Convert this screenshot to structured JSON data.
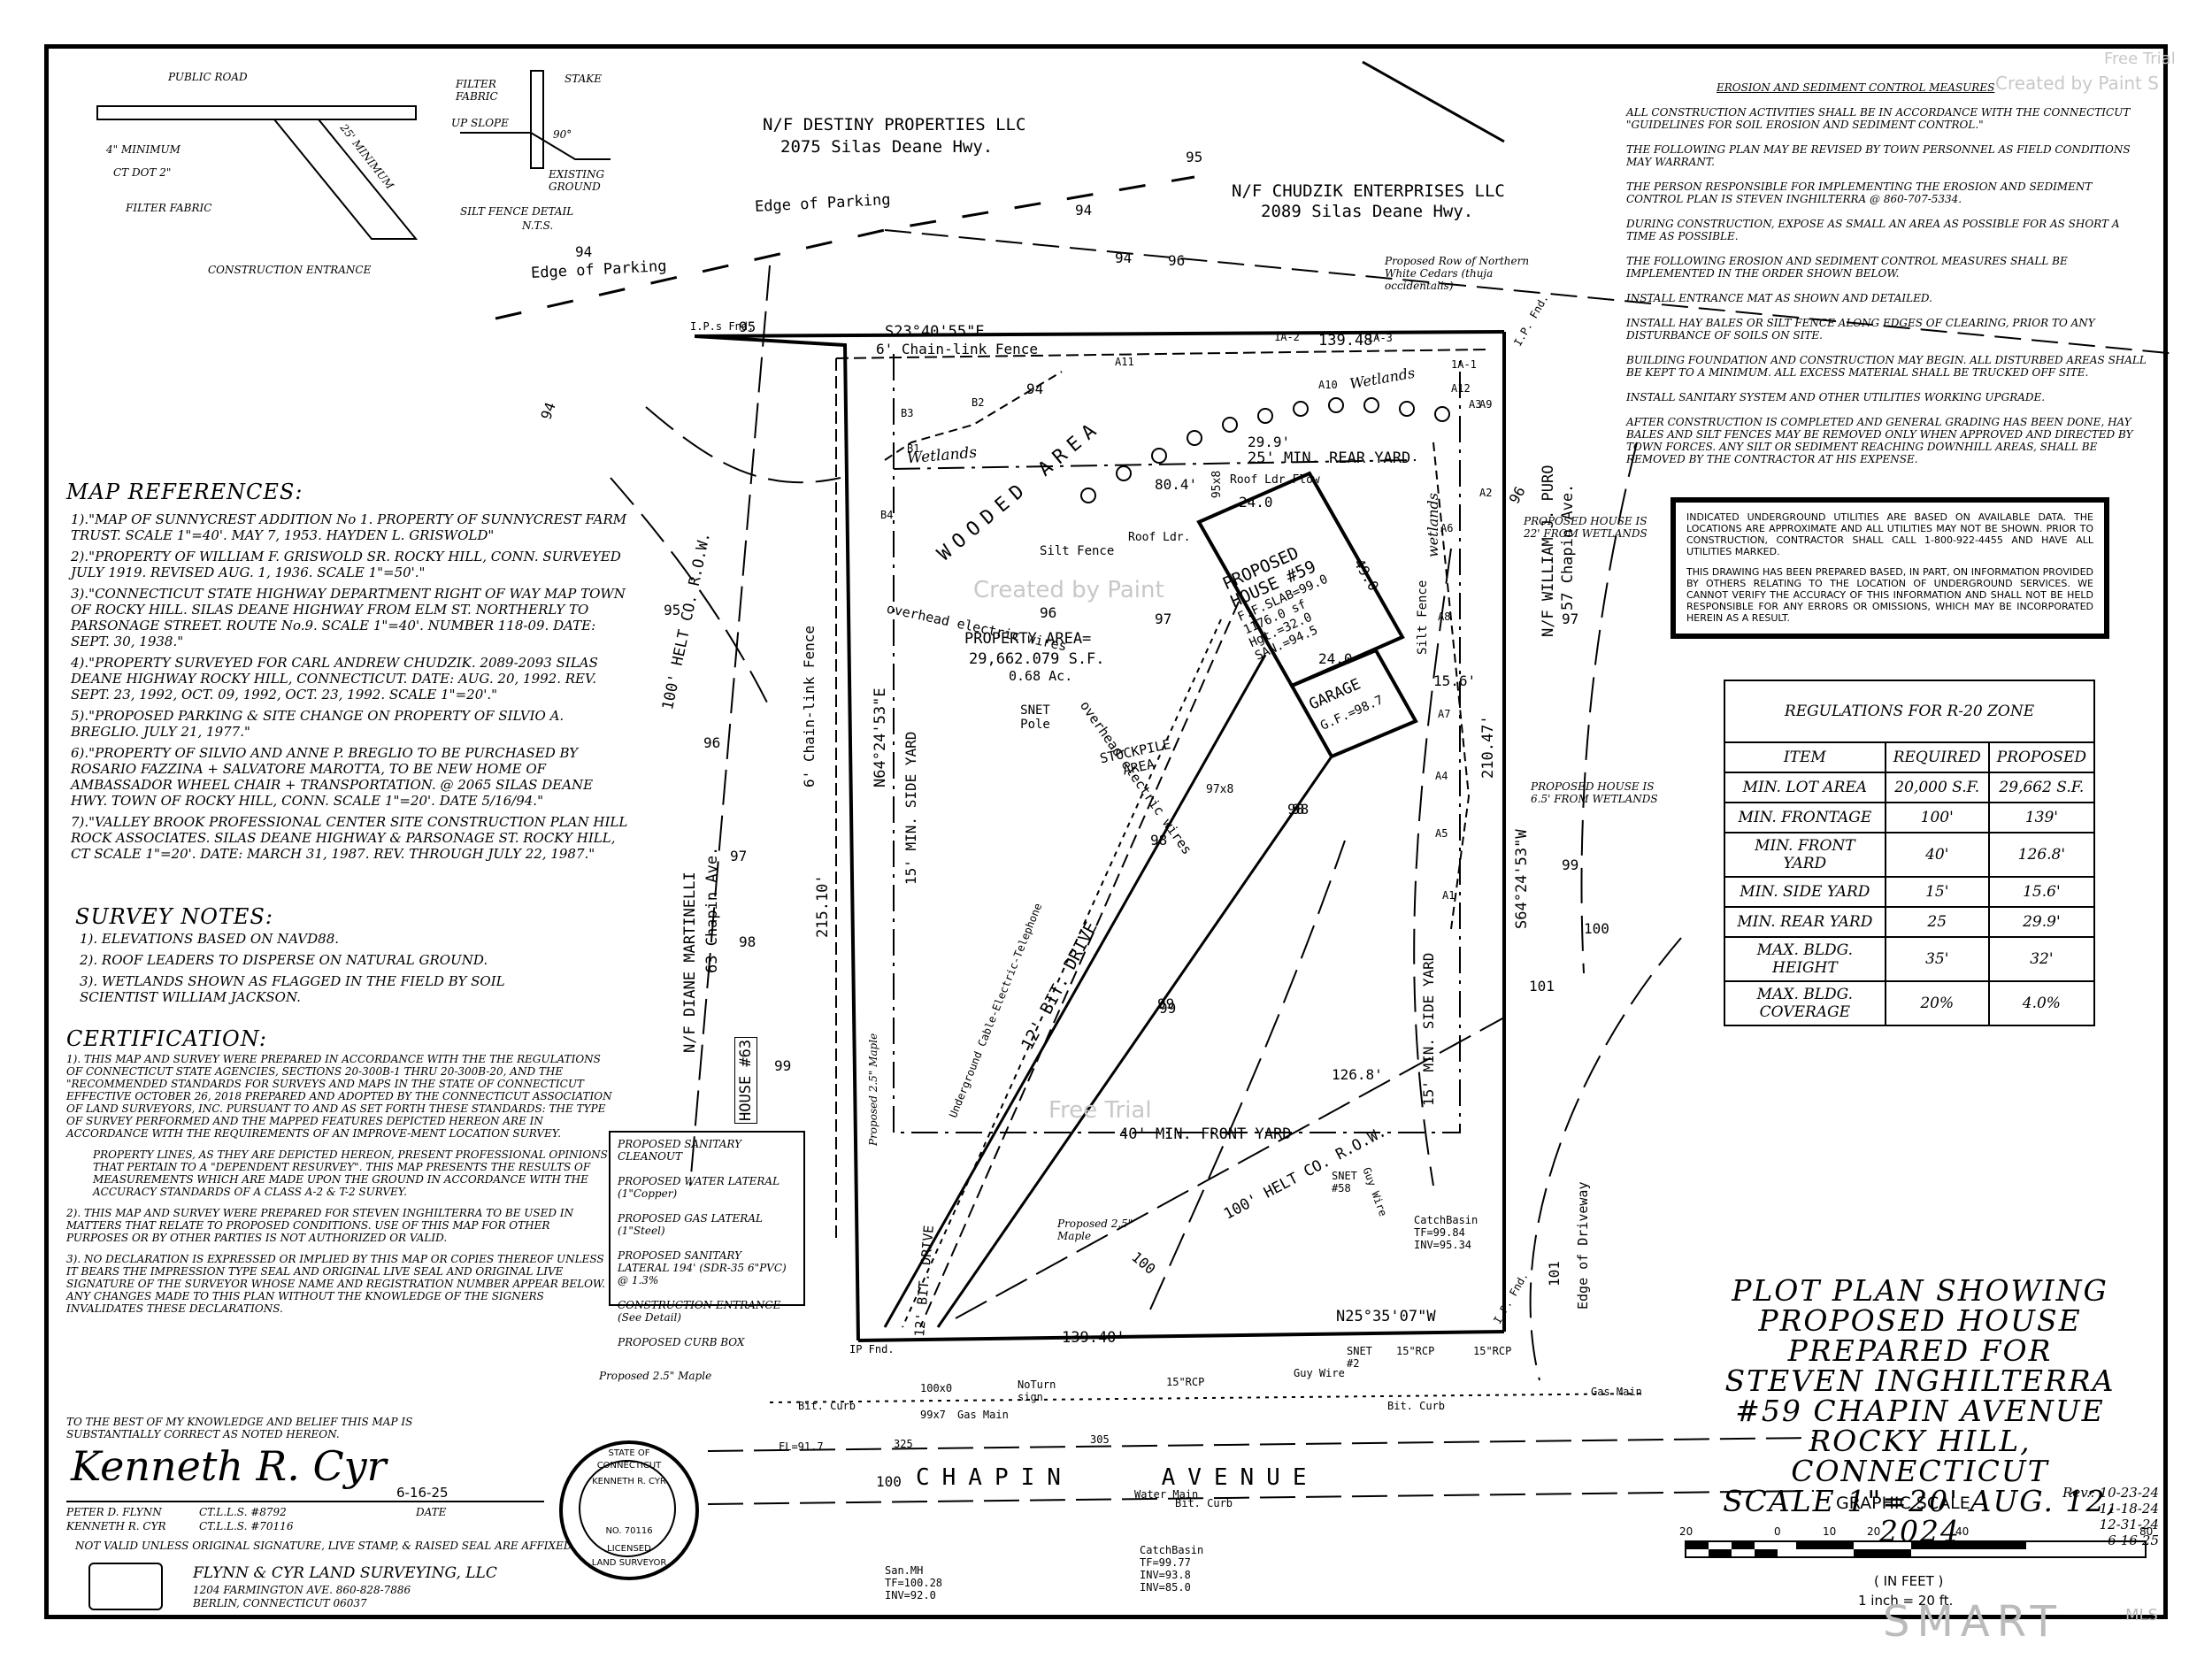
{
  "construction_detail": {
    "public_road": "PUBLIC ROAD",
    "min_4": "4\" MINIMUM",
    "ct_dot": "CT DOT 2\"",
    "filter_fabric": "FILTER FABRIC",
    "min_25": "25' MINIMUM",
    "title": "CONSTRUCTION ENTRANCE"
  },
  "silt_fence_detail": {
    "filter_fabric": "FILTER FABRIC",
    "stake": "STAKE",
    "up_slope": "UP SLOPE",
    "deg90": "90°",
    "existing_ground": "EXISTING GROUND",
    "title": "SILT FENCE DETAIL",
    "nts": "N.T.S."
  },
  "map_references": {
    "heading": "MAP REFERENCES:",
    "items": [
      "1).\"MAP OF SUNNYCREST ADDITION No 1. PROPERTY OF SUNNYCREST FARM TRUST. SCALE 1\"=40'. MAY 7, 1953. HAYDEN L. GRISWOLD\"",
      "2).\"PROPERTY OF WILLIAM F. GRISWOLD SR. ROCKY HILL, CONN. SURVEYED JULY 1919. REVISED AUG. 1, 1936. SCALE 1\"=50'.\"",
      "3).\"CONNECTICUT STATE HIGHWAY DEPARTMENT RIGHT OF WAY MAP TOWN OF ROCKY HILL. SILAS DEANE HIGHWAY FROM ELM ST. NORTHERLY TO PARSONAGE STREET. ROUTE No.9. SCALE 1\"=40'. NUMBER 118-09. DATE: SEPT. 30, 1938.\"",
      "4).\"PROPERTY SURVEYED FOR CARL ANDREW CHUDZIK. 2089-2093 SILAS DEANE HIGHWAY ROCKY HILL, CONNECTICUT. DATE: AUG. 20, 1992. REV. SEPT. 23, 1992, OCT. 09, 1992, OCT. 23, 1992. SCALE 1\"=20'.\"",
      "5).\"PROPOSED PARKING & SITE CHANGE ON PROPERTY OF SILVIO A. BREGLIO. JULY 21, 1977.\"",
      "6).\"PROPERTY OF SILVIO AND ANNE P. BREGLIO TO BE PURCHASED BY ROSARIO FAZZINA + SALVATORE MAROTTA, TO BE NEW HOME OF AMBASSADOR WHEEL CHAIR + TRANSPORTATION. @ 2065 SILAS DEANE HWY. TOWN OF ROCKY HILL, CONN. SCALE 1\"=20'. DATE 5/16/94.\"",
      "7).\"VALLEY BROOK PROFESSIONAL CENTER SITE CONSTRUCTION PLAN HILL ROCK ASSOCIATES. SILAS DEANE HIGHWAY & PARSONAGE ST. ROCKY HILL, CT SCALE 1\"=20'. DATE: MARCH 31, 1987. REV. THROUGH JULY 22, 1987.\""
    ]
  },
  "survey_notes": {
    "heading": "SURVEY NOTES:",
    "items": [
      "1). ELEVATIONS BASED ON NAVD88.",
      "2). ROOF LEADERS TO DISPERSE ON NATURAL GROUND.",
      "3). WETLANDS SHOWN AS FLAGGED IN THE FIELD BY SOIL SCIENTIST WILLIAM JACKSON."
    ]
  },
  "certification": {
    "heading": "CERTIFICATION:",
    "p1": "1). THIS MAP AND SURVEY WERE PREPARED IN ACCORDANCE WITH THE THE REGULATIONS OF CONNECTICUT STATE AGENCIES, SECTIONS 20-300B-1 THRU 20-300B-20, AND THE \"RECOMMENDED STANDARDS FOR SURVEYS AND MAPS IN THE STATE OF CONNECTICUT EFFECTIVE OCTOBER 26, 2018 PREPARED AND ADOPTED BY THE CONNECTICUT ASSOCIATION OF LAND SURVEYORS, INC. PURSUANT TO AND AS SET FORTH THESE STANDARDS: THE TYPE OF SURVEY PERFORMED AND THE MAPPED FEATURES DEPICTED HEREON ARE IN ACCORDANCE WITH THE REQUIREMENTS OF AN IMPROVE-MENT LOCATION SURVEY.",
    "p1b": "PROPERTY LINES, AS THEY ARE DEPICTED HEREON, PRESENT PROFESSIONAL OPINIONS THAT PERTAIN TO A \"DEPENDENT RESURVEY\". THIS MAP PRESENTS THE RESULTS OF MEASUREMENTS WHICH ARE MADE UPON THE GROUND IN ACCORDANCE WITH THE ACCURACY STANDARDS OF A CLASS A-2 & T-2 SURVEY.",
    "p2": "2). THIS MAP AND SURVEY WERE PREPARED FOR STEVEN INGHILTERRA TO BE USED IN MATTERS THAT RELATE TO PROPOSED CONDITIONS. USE OF THIS MAP FOR OTHER PURPOSES OR BY OTHER PARTIES IS NOT AUTHORIZED OR VALID.",
    "p3": "3). NO DECLARATION IS EXPRESSED OR IMPLIED BY THIS MAP OR COPIES THEREOF UNLESS IT BEARS THE IMPRESSION TYPE SEAL AND ORIGINAL LIVE SEAL AND ORIGINAL LIVE SIGNATURE OF THE SURVEYOR WHOSE NAME AND REGISTRATION NUMBER APPEAR BELOW. ANY CHANGES MADE TO THIS PLAN WITHOUT THE KNOWLEDGE OF THE SIGNERS INVALIDATES THESE DECLARATIONS."
  },
  "signature": {
    "best_knowledge": "TO THE BEST OF MY KNOWLEDGE AND BELIEF THIS MAP IS SUBSTANTIALLY CORRECT AS NOTED HEREON.",
    "sig_script": "Kenneth R. Cyr",
    "date_val": "6-16-25",
    "name1": "PETER D. FLYNN",
    "lic1": "CT.L.L.S. #8792",
    "name2": "KENNETH R. CYR",
    "lic2": "CT.L.L.S. #70116",
    "date_label": "DATE",
    "not_valid": "NOT VALID UNLESS ORIGINAL SIGNATURE, LIVE STAMP, & RAISED SEAL ARE AFFIXED.",
    "company": "FLYNN & CYR LAND SURVEYING, LLC",
    "address1": "1204 FARMINGTON AVE. 860-828-7886",
    "address2": "BERLIN, CONNECTICUT 06037"
  },
  "seal": {
    "top": "STATE OF CONNECTICUT",
    "name": "KENNETH R. CYR",
    "number": "NO. 70116",
    "licensed": "LICENSED",
    "bottom": "LAND SURVEYOR"
  },
  "erosion": {
    "heading": "EROSION AND SEDIMENT CONTROL MEASURES",
    "items": [
      "ALL CONSTRUCTION ACTIVITIES SHALL BE IN ACCORDANCE WITH THE CONNECTICUT \"GUIDELINES FOR SOIL EROSION AND SEDIMENT CONTROL.\"",
      "THE FOLLOWING PLAN MAY BE REVISED BY TOWN PERSONNEL AS FIELD CONDITIONS MAY WARRANT.",
      "THE PERSON RESPONSIBLE FOR IMPLEMENTING THE EROSION AND SEDIMENT CONTROL PLAN IS STEVEN INGHILTERRA @ 860-707-5334.",
      "DURING CONSTRUCTION, EXPOSE AS SMALL AN AREA AS POSSIBLE FOR AS SHORT A TIME AS POSSIBLE.",
      "THE FOLLOWING EROSION AND SEDIMENT CONTROL MEASURES SHALL BE IMPLEMENTED IN THE ORDER SHOWN BELOW.",
      "INSTALL ENTRANCE MAT AS SHOWN AND DETAILED.",
      "INSTALL HAY BALES OR SILT FENCE ALONG EDGES OF CLEARING, PRIOR TO ANY DISTURBANCE OF SOILS ON SITE.",
      "BUILDING FOUNDATION AND CONSTRUCTION MAY BEGIN. ALL DISTURBED AREAS SHALL BE KEPT TO A MINIMUM. ALL EXCESS MATERIAL SHALL BE TRUCKED OFF SITE.",
      "INSTALL SANITARY SYSTEM AND OTHER UTILITIES WORKING UPGRADE.",
      "AFTER CONSTRUCTION IS COMPLETED AND GENERAL GRADING HAS BEEN DONE, HAY BALES AND SILT FENCES MAY BE REMOVED ONLY WHEN APPROVED AND DIRECTED BY TOWN FORCES. ANY SILT OR SEDIMENT REACHING DOWNHILL AREAS, SHALL BE REMOVED BY THE CONTRACTOR AT HIS EXPENSE."
    ]
  },
  "utilities_note": {
    "p1": "INDICATED UNDERGROUND UTILITIES ARE BASED ON AVAILABLE DATA. THE LOCATIONS ARE APPROXIMATE AND ALL UTILITIES MAY NOT BE SHOWN. PRIOR TO CONSTRUCTION, CONTRACTOR SHALL CALL 1-800-922-4455 AND HAVE ALL UTILITIES MARKED.",
    "p2": "THIS DRAWING HAS BEEN PREPARED BASED, IN PART, ON INFORMATION PROVIDED BY OTHERS RELATING TO THE LOCATION OF UNDERGROUND SERVICES. WE CANNOT VERIFY THE ACCURACY OF THIS INFORMATION AND SHALL NOT BE HELD RESPONSIBLE FOR ANY ERRORS OR OMISSIONS, WHICH MAY BE INCORPORATED HEREIN AS A RESULT."
  },
  "regulations": {
    "title": "REGULATIONS FOR R-20 ZONE",
    "headers": [
      "ITEM",
      "REQUIRED",
      "PROPOSED"
    ],
    "rows": [
      [
        "MIN. LOT AREA",
        "20,000 S.F.",
        "29,662 S.F."
      ],
      [
        "MIN. FRONTAGE",
        "100'",
        "139'"
      ],
      [
        "MIN. FRONT YARD",
        "40'",
        "126.8'"
      ],
      [
        "MIN. SIDE YARD",
        "15'",
        "15.6'"
      ],
      [
        "MIN. REAR YARD",
        "25",
        "29.9'"
      ],
      [
        "MAX. BLDG. HEIGHT",
        "35'",
        "32'"
      ],
      [
        "MAX. BLDG. COVERAGE",
        "20%",
        "4.0%"
      ]
    ]
  },
  "title_block": {
    "l1": "PLOT PLAN SHOWING",
    "l2": "PROPOSED HOUSE",
    "l3": "PREPARED FOR",
    "l4": "STEVEN INGHILTERRA",
    "l5": "#59 CHAPIN AVENUE",
    "l6": "ROCKY HILL, CONNECTICUT",
    "l7": "SCALE 1\"=20' AUG. 12, 2024",
    "rev": [
      "Rev.: 10-23-24",
      "11-18-24",
      "12-31-24",
      "6-16-25"
    ]
  },
  "graphic_scale": {
    "title": "GRAPHIC SCALE",
    "ticks": [
      "20",
      "0",
      "10",
      "20",
      "40",
      "80"
    ],
    "in_feet": "( IN FEET )",
    "inch": "1 inch = 20 ft."
  },
  "plan_labels": {
    "destiny": "N/F DESTINY PROPERTIES LLC",
    "destiny_addr": "2075 Silas Deane Hwy.",
    "chudzik": "N/F CHUDZIK ENTERPRISES LLC",
    "chudzik_addr": "2089 Silas Deane Hwy.",
    "edge_parking1": "Edge of Parking",
    "edge_parking2": "Edge of Parking",
    "puro": "N/F WILLIAM J. PURO",
    "puro_addr": "57 Chapin Ave.",
    "martinelli": "N/F DIANE MARTINELLI",
    "martinelli_addr": "63 Chapin Ave.",
    "house63": "HOUSE #63",
    "helt_row1": "100' HELT CO. R.O.W.",
    "helt_row2": "100' HELT CO. R.O.W.",
    "bearing_top": "S23°40'55\"E",
    "dist_top": "139.48'",
    "bearing_bottom": "N25°35'07\"W",
    "dist_bottom": "139.40'",
    "bearing_left": "N64°24'53\"E",
    "dist_left": "215.10'",
    "bearing_right": "S64°24'53\"W",
    "dist_right": "210.47'",
    "chain_fence_top": "6' Chain-link Fence",
    "chain_fence_left": "6' Chain-link Fence",
    "rear_yard": "25' MIN. REAR YARD",
    "rear_dim": "29.9'",
    "front_yard": "40' MIN. FRONT YARD",
    "side_yard_left": "15' MIN. SIDE YARD",
    "side_yard_right": "15' MIN. SIDE YARD",
    "front_dim": "126.8'",
    "side_dim": "15.6'",
    "dim_804": "80.4'",
    "wetlands1": "Wetlands",
    "wetlands2": "Wetlands",
    "wetlands3": "wetlands",
    "wooded": "WOODED AREA",
    "property_area": "PROPERTY AREA=",
    "property_sf": "29,662.079 S.F.",
    "property_ac": "0.68 Ac.",
    "overhead1": "overhead electric wires",
    "overhead2": "overhead electric wires",
    "snet_pole": "SNET Pole",
    "stockpile": "STOCKPILE AREA",
    "drive": "12' BIT. DRIVE",
    "silt_fence1": "Silt Fence",
    "silt_fence2": "Silt Fence",
    "roof_ldr": "Roof Ldr.",
    "roof_ldr_flow": "Roof Ldr.Flow",
    "house_title": "PROPOSED HOUSE #59",
    "house_slab": "F.F.SLAB=99.0",
    "house_sf": "1176.0 sf",
    "house_hgt": "Hgt.=32.0",
    "house_san": "SAN.=94.5",
    "house_w": "24.0",
    "house_d": "49.0",
    "garage": "GARAGE",
    "garage_gf": "G.F.=98.7",
    "garage_w": "24.0",
    "dim_95x8": "95x8",
    "dim_97x8": "97x8",
    "proposed_cedars": "Proposed Row of Northern White Cedars (thuja occidentalis)",
    "proposed_22": "PROPOSED HOUSE IS 22' FROM WETLANDS",
    "proposed_65": "PROPOSED HOUSE IS 6.5' FROM WETLANDS",
    "maple1": "Proposed 2.5\" Maple",
    "maple2": "Proposed 2.5\" Maple",
    "maple3": "Proposed 2.5\" Maple",
    "ug_cable": "Underground Cable-Electric-Telephone",
    "catch1": "CatchBasin",
    "catch1_tf": "TF=99.84",
    "catch1_inv": "INV=95.34",
    "catch2": "CatchBasin",
    "catch2_tf": "TF=99.77",
    "catch2_inv1": "INV=93.8",
    "catch2_inv2": "INV=85.0",
    "sanmh": "San.MH",
    "sanmh_tf": "TF=100.28",
    "sanmh_inv": "INV=92.0",
    "gas_main1": "Gas Main",
    "gas_main2": "Gas Main",
    "water_main": "Water Main",
    "bit_curb1": "Bit. Curb",
    "bit_curb2": "Bit. Curb",
    "bit_curb3": "Bit. Curb",
    "rcp1": "15\"RCP",
    "rcp2": "15\"RCP",
    "rcp3": "15\"RCP",
    "guy_wire1": "Guy Wire",
    "guy_wire2": "Guy Wire",
    "snet2": "SNET #2",
    "snet58": "SNET #58",
    "no_turn": "NoTurn sign",
    "chapin": "CHAPIN AVENUE",
    "edge_driveway": "Edge of Driveway",
    "fl": "FL=91.7",
    "ip_fnd1": "I.P.s Fnd.",
    "ip_fnd2": "I.P. Fnd.",
    "ip_fnd3": "I.P. Fnd.",
    "ip_fnd4": "IP Fnd.",
    "dim_99x7": "99x7",
    "dim_100x0": "100x0",
    "dim_305": "305",
    "dim_325": "325",
    "bit_drive_small": "12' BIT. DRIVE",
    "contours": [
      "94",
      "95",
      "94",
      "96",
      "94",
      "95",
      "94",
      "94",
      "95",
      "96",
      "97",
      "96",
      "97",
      "98",
      "98",
      "99",
      "99",
      "98",
      "99",
      "100",
      "101",
      "101",
      "96",
      "97",
      "98",
      "99",
      "100",
      "100"
    ],
    "flags": [
      "B1",
      "B2",
      "B3",
      "B4",
      "A1",
      "A2",
      "A3",
      "A4",
      "A5",
      "A6",
      "A7",
      "A8",
      "A9",
      "A10",
      "A11",
      "A12",
      "1A-1",
      "1A-2",
      "1A-3"
    ]
  },
  "legend": {
    "items": [
      "PROPOSED SANITARY CLEANOUT",
      "PROPOSED WATER LATERAL (1\"Copper)",
      "PROPOSED GAS LATERAL (1\"Steel)",
      "PROPOSED SANITARY LATERAL 194' (SDR-35 6\"PVC) @ 1.3%",
      "CONSTRUCTION ENTRANCE (See Detail)",
      "PROPOSED CURB BOX"
    ]
  },
  "watermarks": {
    "w1": "Created by Paint S",
    "w2": "Free Trial",
    "w3": "Created by Paint",
    "w4": "Free Trial",
    "smart": "SMART",
    "mls": "MLS"
  }
}
